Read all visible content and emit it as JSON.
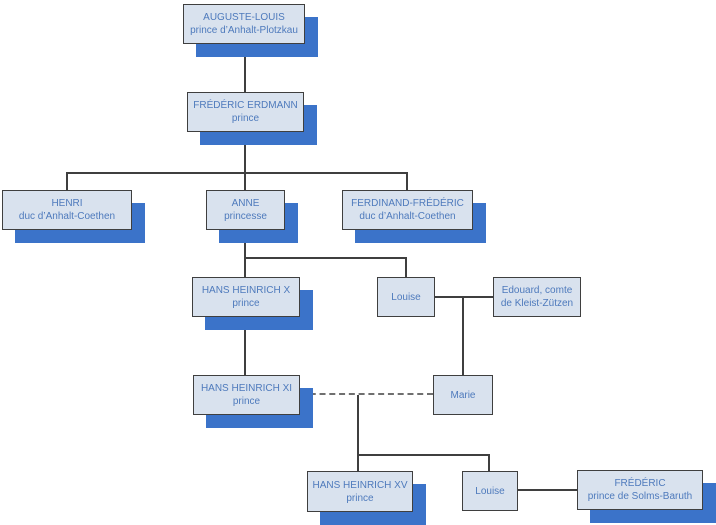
{
  "diagram": {
    "kind": "genealogy-family-tree",
    "colors": {
      "background": "#ffffff",
      "node_fill": "#d9e2ee",
      "node_border": "#3f3f3f",
      "node_shadow": "#3b73c9",
      "text": "#4e7abc",
      "connector": "#3f3f3f",
      "dashed_connector": "#6f6f6f"
    },
    "nodes": [
      {
        "name": "AUGUSTE-LOUIS",
        "subtitle": "prince d’Anhalt-Plotzkau"
      },
      {
        "name": "FRÉDÉRIC ERDMANN",
        "subtitle": "prince"
      },
      {
        "name": "HENRI",
        "subtitle": "duc d’Anhalt-Coethen"
      },
      {
        "name": "ANNE",
        "subtitle": "princesse"
      },
      {
        "name": "FERDINAND-FRÉDÉRIC",
        "subtitle": "duc d’Anhalt-Coethen"
      },
      {
        "name": "HANS HEINRICH X",
        "subtitle": "prince"
      },
      {
        "name": "Louise",
        "subtitle": ""
      },
      {
        "name": "Edouard, comte",
        "subtitle": "de Kleist-Zützen"
      },
      {
        "name": "HANS HEINRICH XI",
        "subtitle": "prince"
      },
      {
        "name": "Marie",
        "subtitle": ""
      },
      {
        "name": "HANS HEINRICH XV",
        "subtitle": "prince"
      },
      {
        "name": "Louise",
        "subtitle": ""
      },
      {
        "name": "FRÉDÉRIC",
        "subtitle": "prince de Solms-Baruth"
      }
    ]
  }
}
